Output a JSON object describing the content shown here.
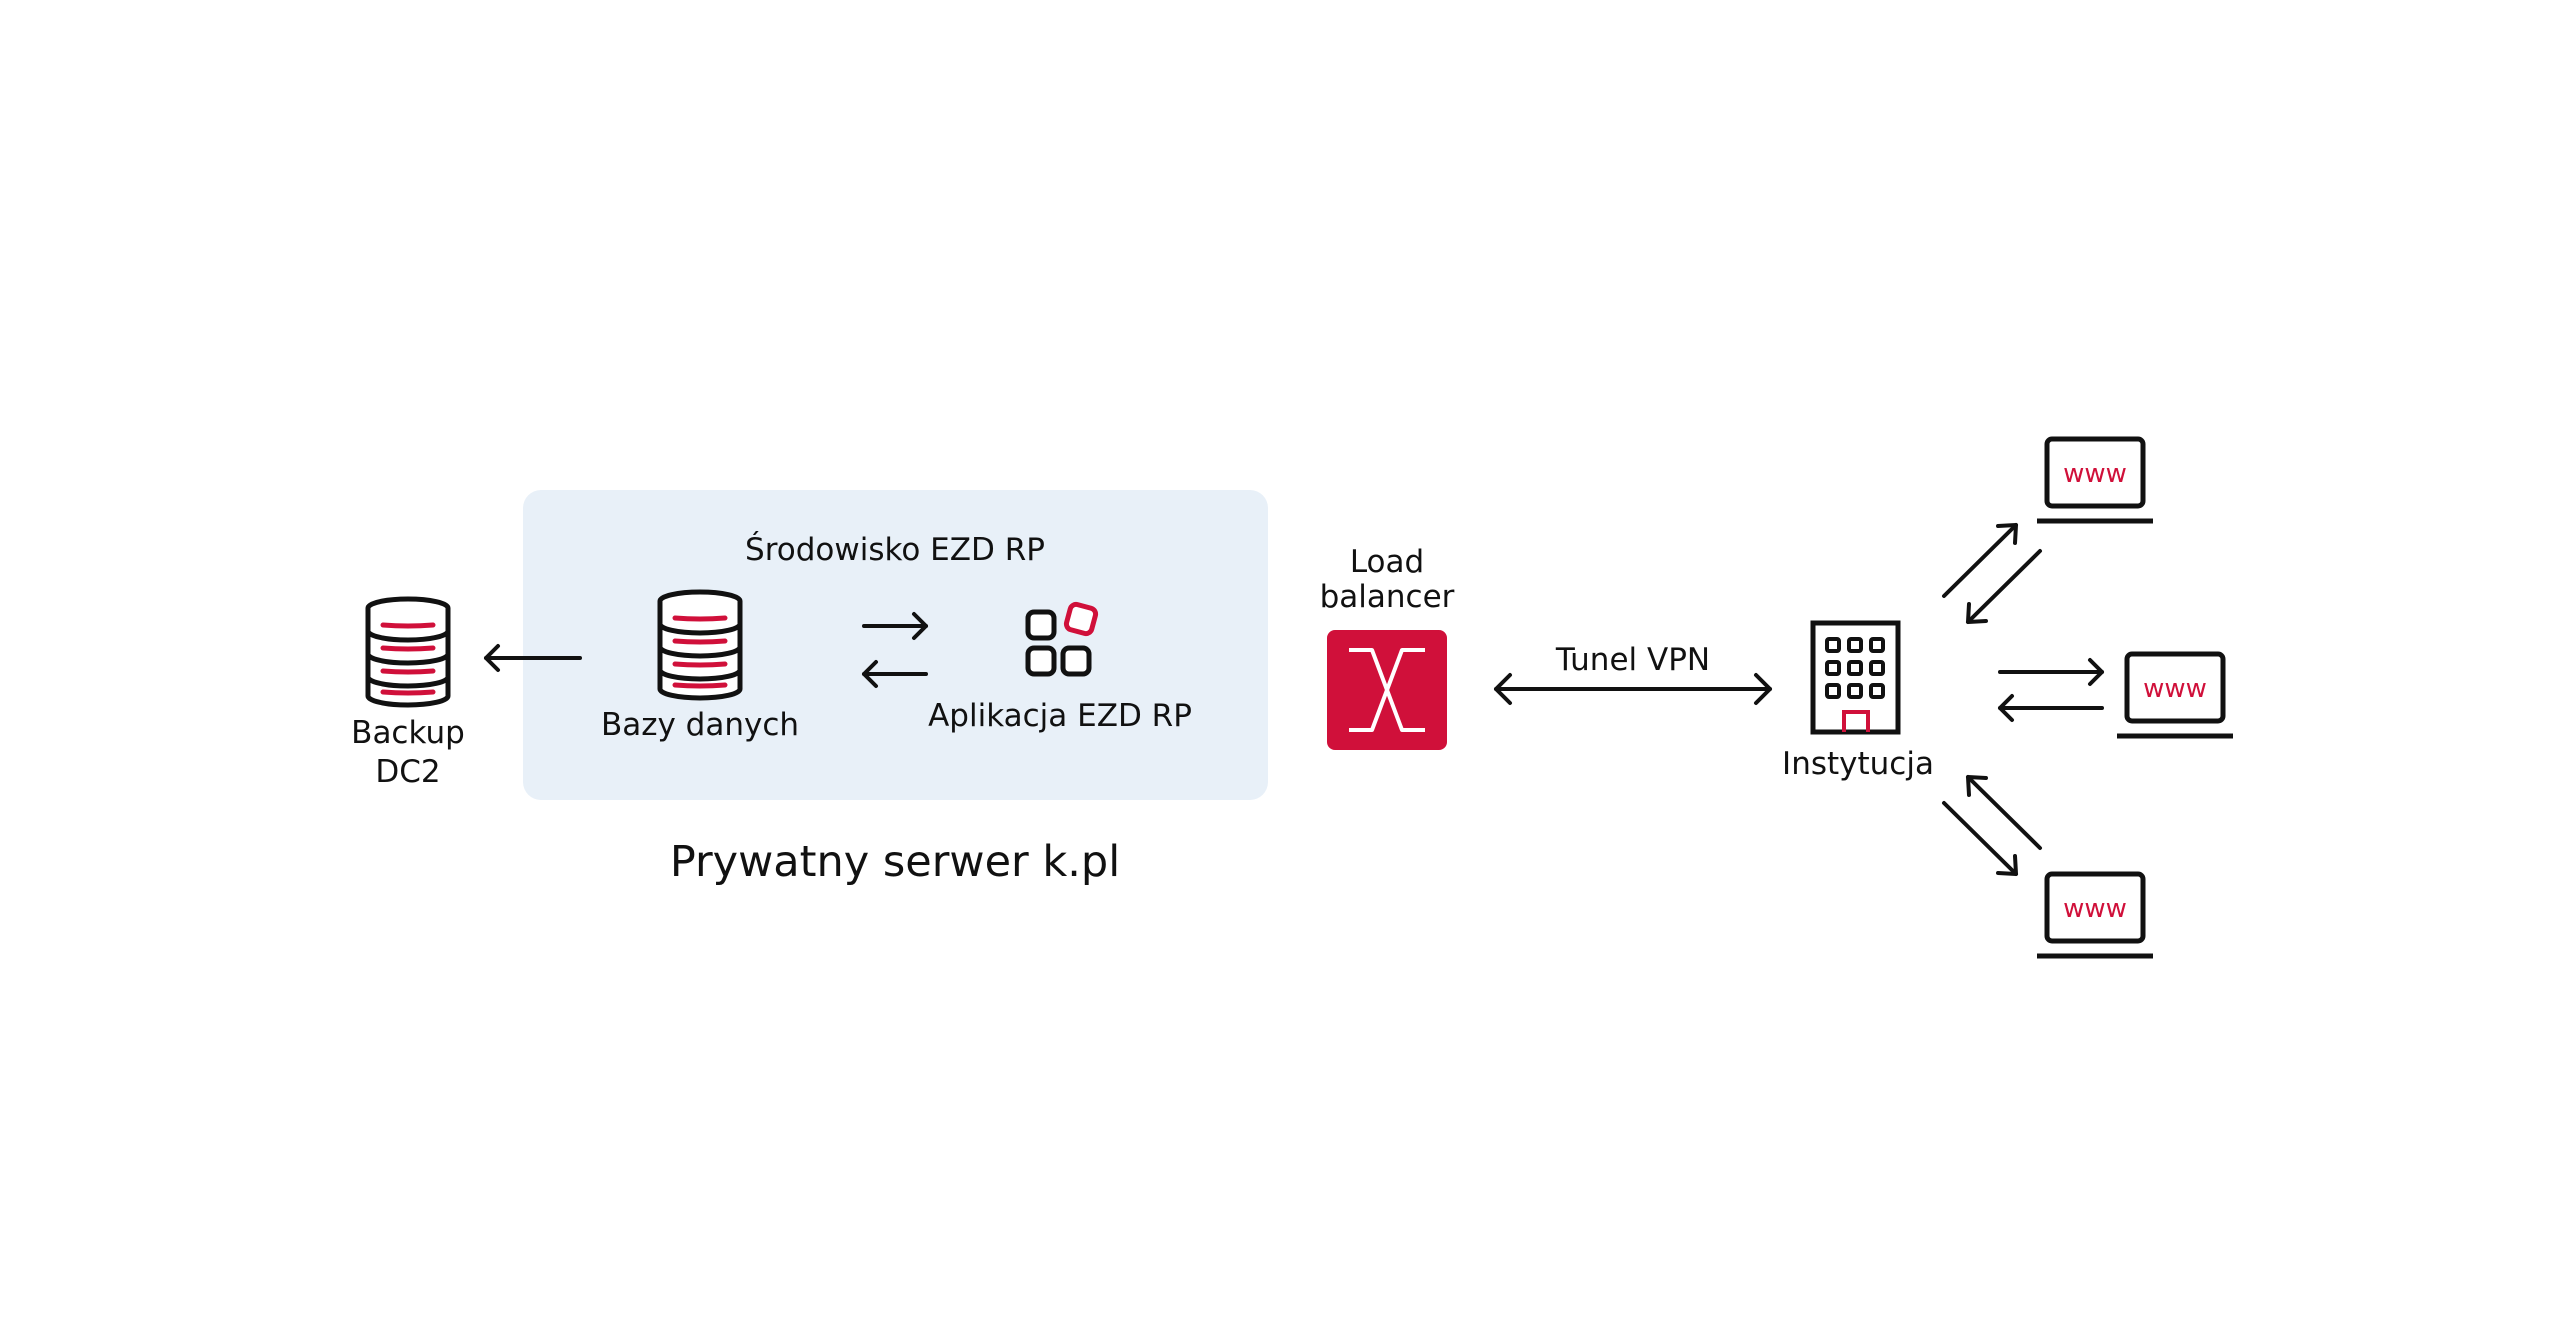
{
  "colors": {
    "accent": "#d0103a",
    "panel": "#e8f0f8",
    "ink": "#111111",
    "background": "#ffffff"
  },
  "environment": {
    "title": "Środowisko EZD RP",
    "database_label": "Bazy danych",
    "app_label": "Aplikacja EZD RP"
  },
  "server_caption": "Prywatny serwer k.pl",
  "backup": {
    "line1": "Backup",
    "line2": "DC2"
  },
  "load_balancer": {
    "line1": "Load",
    "line2": "balancer"
  },
  "vpn_label": "Tunel VPN",
  "institution_label": "Instytucja",
  "clients": [
    {
      "text": "www"
    },
    {
      "text": "www"
    },
    {
      "text": "www"
    }
  ],
  "icons": {
    "backup": "database-icon",
    "database": "database-icon",
    "app": "apps-grid-icon",
    "load_balancer": "load-balancer-icon",
    "institution": "building-icon",
    "client": "laptop-www-icon"
  }
}
